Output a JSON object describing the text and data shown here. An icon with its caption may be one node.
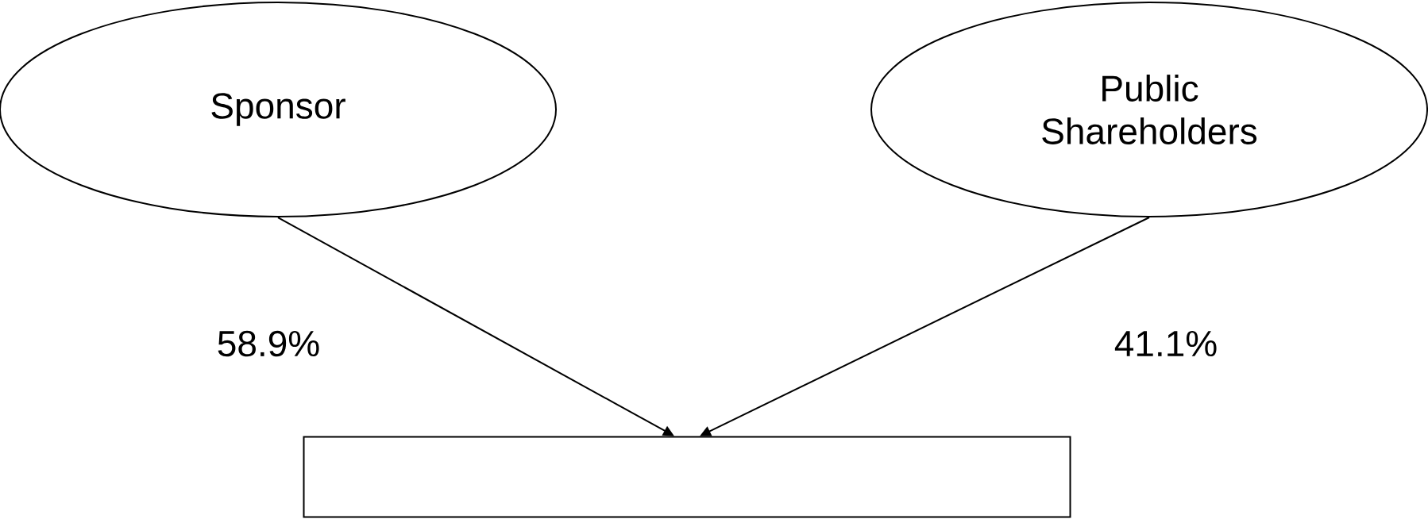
{
  "diagram": {
    "nodes": [
      {
        "text": [
          "Sponsor"
        ]
      },
      {
        "text": [
          "Public Shareholders"
        ]
      },
      {
        "text": [],
        "shape": "box"
      }
    ],
    "edges": [
      {
        "from": 0,
        "to": 2,
        "arrow": "to",
        "label": "58.9%"
      },
      {
        "from": 1,
        "to": 2,
        "arrow": "to",
        "label": "41.1%"
      }
    ]
  }
}
